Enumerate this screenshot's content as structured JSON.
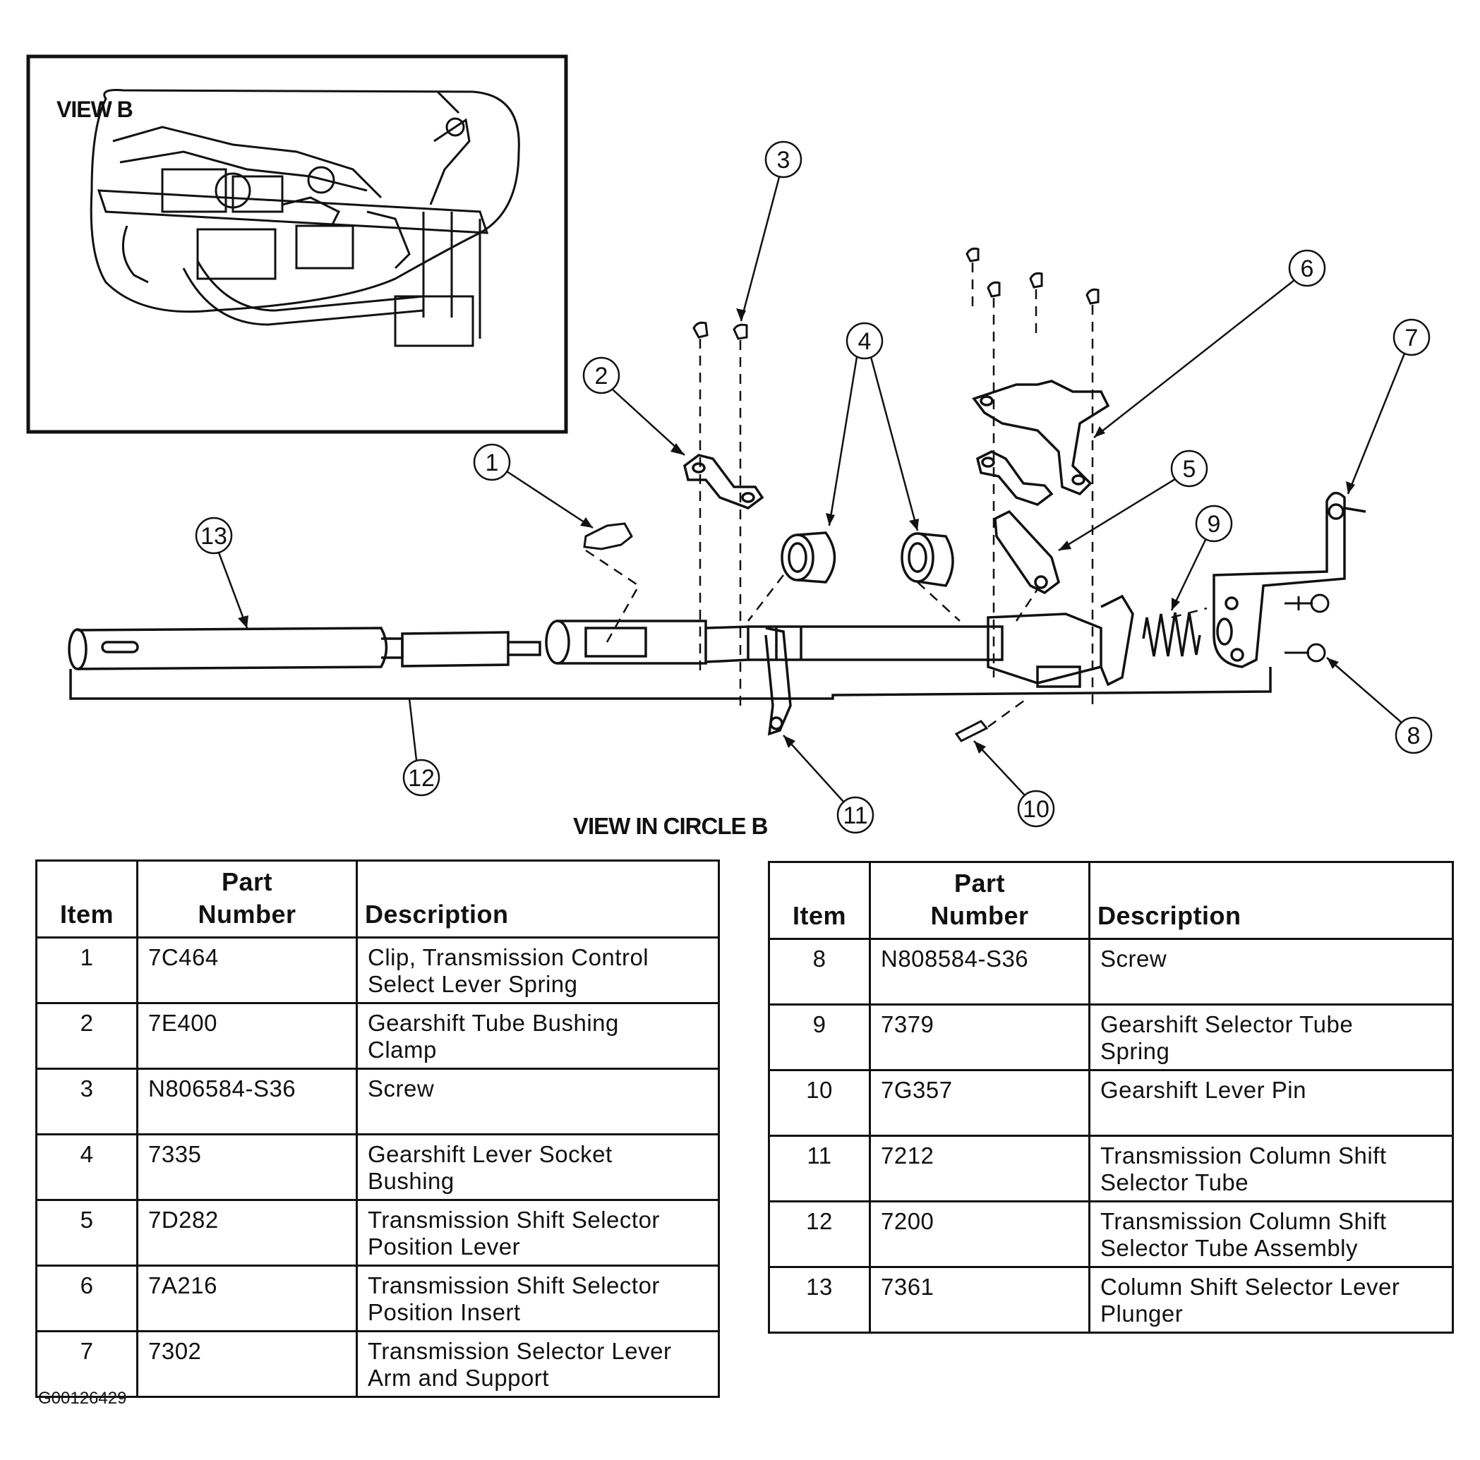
{
  "inset": {
    "label": "VIEW B"
  },
  "caption": "VIEW IN CIRCLE B",
  "callouts": [
    "1",
    "2",
    "3",
    "4",
    "5",
    "6",
    "7",
    "8",
    "9",
    "10",
    "11",
    "12",
    "13"
  ],
  "table_headers": {
    "item": "Item",
    "part_line1": "Part",
    "part_line2": "Number",
    "description": "Description"
  },
  "parts_left": [
    {
      "item": "1",
      "part": "7C464",
      "desc": [
        "Clip, Transmission Control",
        "Select Lever Spring"
      ]
    },
    {
      "item": "2",
      "part": "7E400",
      "desc": [
        "Gearshift Tube Bushing",
        "Clamp"
      ]
    },
    {
      "item": "3",
      "part": "N806584-S36",
      "desc": [
        "Screw",
        ""
      ]
    },
    {
      "item": "4",
      "part": "7335",
      "desc": [
        "Gearshift Lever Socket",
        "Bushing"
      ]
    },
    {
      "item": "5",
      "part": "7D282",
      "desc": [
        "Transmission Shift Selector",
        "Position Lever"
      ]
    },
    {
      "item": "6",
      "part": "7A216",
      "desc": [
        "Transmission Shift Selector",
        "Position Insert"
      ]
    },
    {
      "item": "7",
      "part": "7302",
      "desc": [
        "Transmission Selector Lever",
        "Arm and Support"
      ]
    }
  ],
  "parts_right": [
    {
      "item": "8",
      "part": "N808584-S36",
      "desc": [
        "Screw",
        ""
      ]
    },
    {
      "item": "9",
      "part": "7379",
      "desc": [
        "Gearshift Selector Tube",
        "Spring"
      ]
    },
    {
      "item": "10",
      "part": "7G357",
      "desc": [
        "Gearshift Lever Pin",
        ""
      ]
    },
    {
      "item": "11",
      "part": "7212",
      "desc": [
        "Transmission Column Shift",
        "Selector Tube"
      ]
    },
    {
      "item": "12",
      "part": "7200",
      "desc": [
        "Transmission Column Shift",
        "Selector Tube Assembly"
      ]
    },
    {
      "item": "13",
      "part": "7361",
      "desc": [
        "Column Shift Selector Lever",
        "Plunger"
      ]
    }
  ],
  "figure_code": "G00126429"
}
